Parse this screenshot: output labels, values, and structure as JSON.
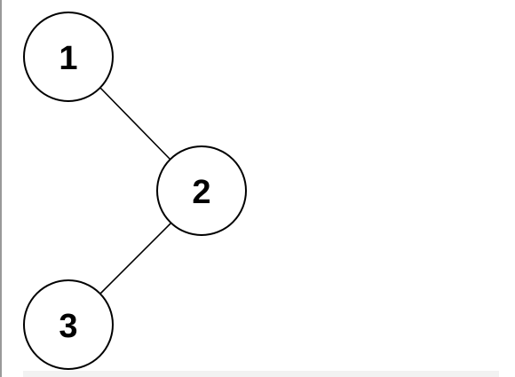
{
  "diagram": {
    "type": "binary-tree",
    "nodes": [
      {
        "id": "n1",
        "label": "1"
      },
      {
        "id": "n2",
        "label": "2"
      },
      {
        "id": "n3",
        "label": "3"
      }
    ],
    "edges": [
      {
        "from": "n1",
        "to": "n2"
      },
      {
        "from": "n2",
        "to": "n3"
      }
    ],
    "colors": {
      "stroke": "#000000",
      "fill": "#ffffff",
      "text": "#000000"
    }
  }
}
